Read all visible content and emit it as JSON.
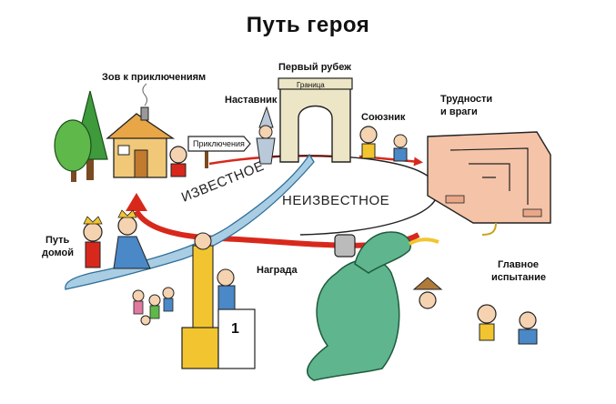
{
  "title": "Путь героя",
  "stages": {
    "call": "Зов к приключениям",
    "threshold": "Первый рубеж",
    "threshold_sign": "Граница",
    "mentor": "Наставник",
    "mentor_sign": "Приключения",
    "ally": "Союзник",
    "trials_line1": "Трудности",
    "trials_line2": "и враги",
    "ordeal_line1": "Главное",
    "ordeal_line2": "испытание",
    "reward": "Награда",
    "return_line1": "Путь",
    "return_line2": "домой",
    "podium_number": "1"
  },
  "zones": {
    "known": "ИЗВЕСТНОЕ",
    "unknown": "НЕИЗВЕСТНОЕ"
  },
  "colors": {
    "cycle_arrow": "#d8281c",
    "river": "#a9cde3",
    "tree": "#3f9a3c",
    "house": "#f0c878",
    "arch": "#ece6c6",
    "maze": "#f4c3a8",
    "dragon": "#5fb58d",
    "gold": "#f2c530"
  }
}
